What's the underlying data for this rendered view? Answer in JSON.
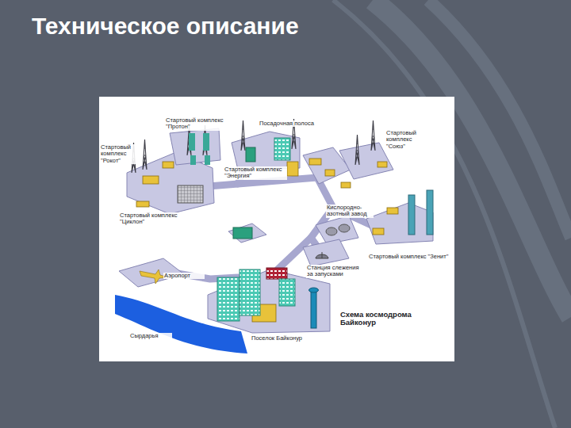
{
  "diagram": {
    "title": "Техническое описание",
    "labels": [
      "Стартовый комплекс \"Протон\"",
      "Посадочная полоса",
      "Стартовый комплекс \"Рокот\"",
      "Стартовый комплекс \"Энергия\"",
      "Стартовый комплекс \"Союз\"",
      "Стартовый комплекс \"Циклон\"",
      "Кислородно-азотный завод",
      "Стартовый комплекс \"Зенит\"",
      "Аэропорт",
      "Станция слежения за запусками",
      "Схема космодрома Байконур",
      "Сырдарья",
      "Поселок Байконур"
    ]
  }
}
